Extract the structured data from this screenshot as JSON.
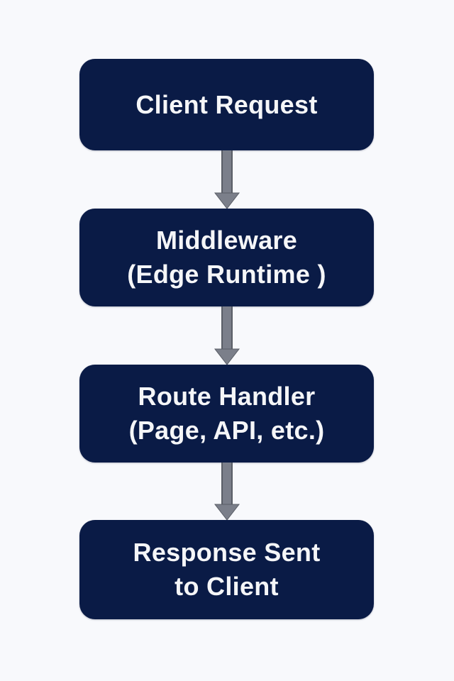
{
  "diagram": {
    "type": "flowchart",
    "direction": "top-down",
    "colors": {
      "background": "#f8f9fc",
      "node_fill": "#0a1b46",
      "node_text": "#f5f6f8",
      "arrow_fill": "#7b7f8a",
      "arrow_edge": "#5a5e66"
    },
    "nodes": [
      {
        "id": "client-request",
        "lines": [
          "Client Request"
        ]
      },
      {
        "id": "middleware",
        "lines": [
          "Middleware",
          "(Edge Runtime )"
        ]
      },
      {
        "id": "route-handler",
        "lines": [
          "Route Handler",
          "(Page, API, etc.)"
        ]
      },
      {
        "id": "response-sent",
        "lines": [
          "Response Sent",
          "to Client"
        ]
      }
    ],
    "edges": [
      {
        "from": "client-request",
        "to": "middleware"
      },
      {
        "from": "middleware",
        "to": "route-handler"
      },
      {
        "from": "route-handler",
        "to": "response-sent"
      }
    ]
  }
}
